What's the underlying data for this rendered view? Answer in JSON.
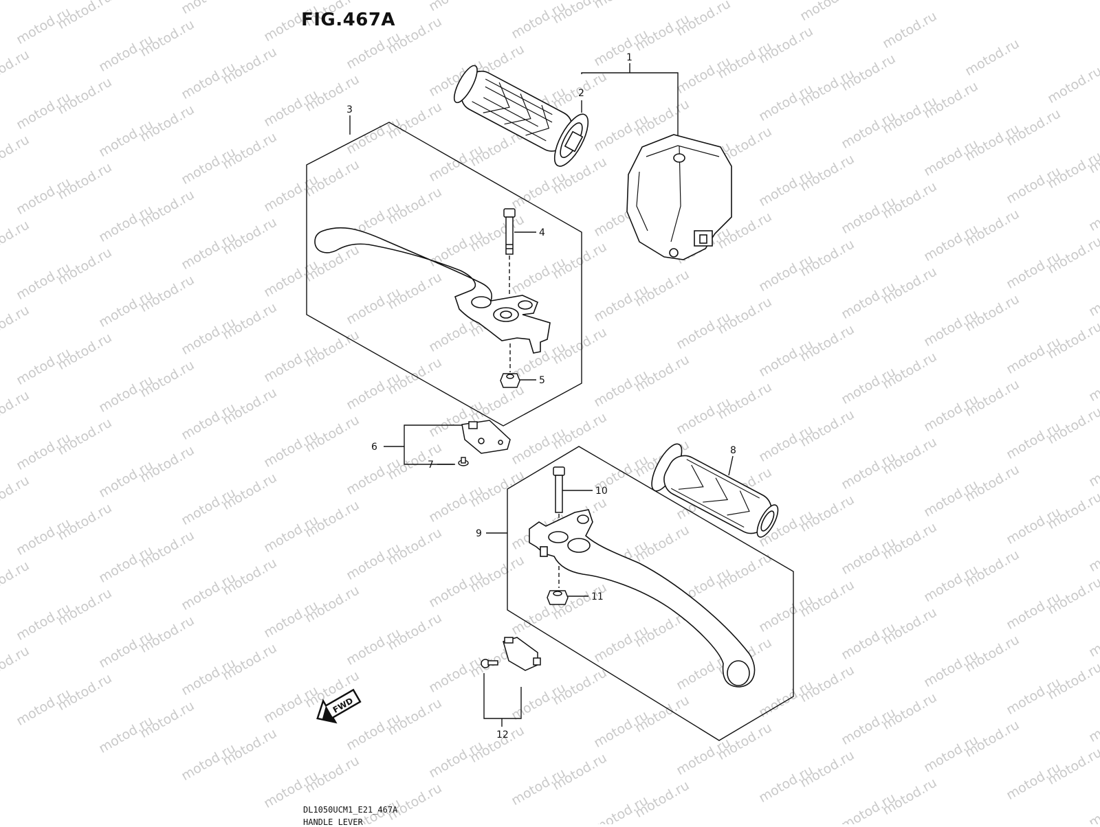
{
  "figure": {
    "title": "FIG.467A",
    "model_code": "DL1050UCM1_E21_467A",
    "section_name": "HANDLE LEVER"
  },
  "watermark": {
    "text": "motod.ru",
    "color": "#c9c9c9"
  },
  "fwd_label": "FWD",
  "callouts": [
    "1",
    "2",
    "3",
    "4",
    "5",
    "6",
    "7",
    "8",
    "9",
    "10",
    "11",
    "12"
  ]
}
